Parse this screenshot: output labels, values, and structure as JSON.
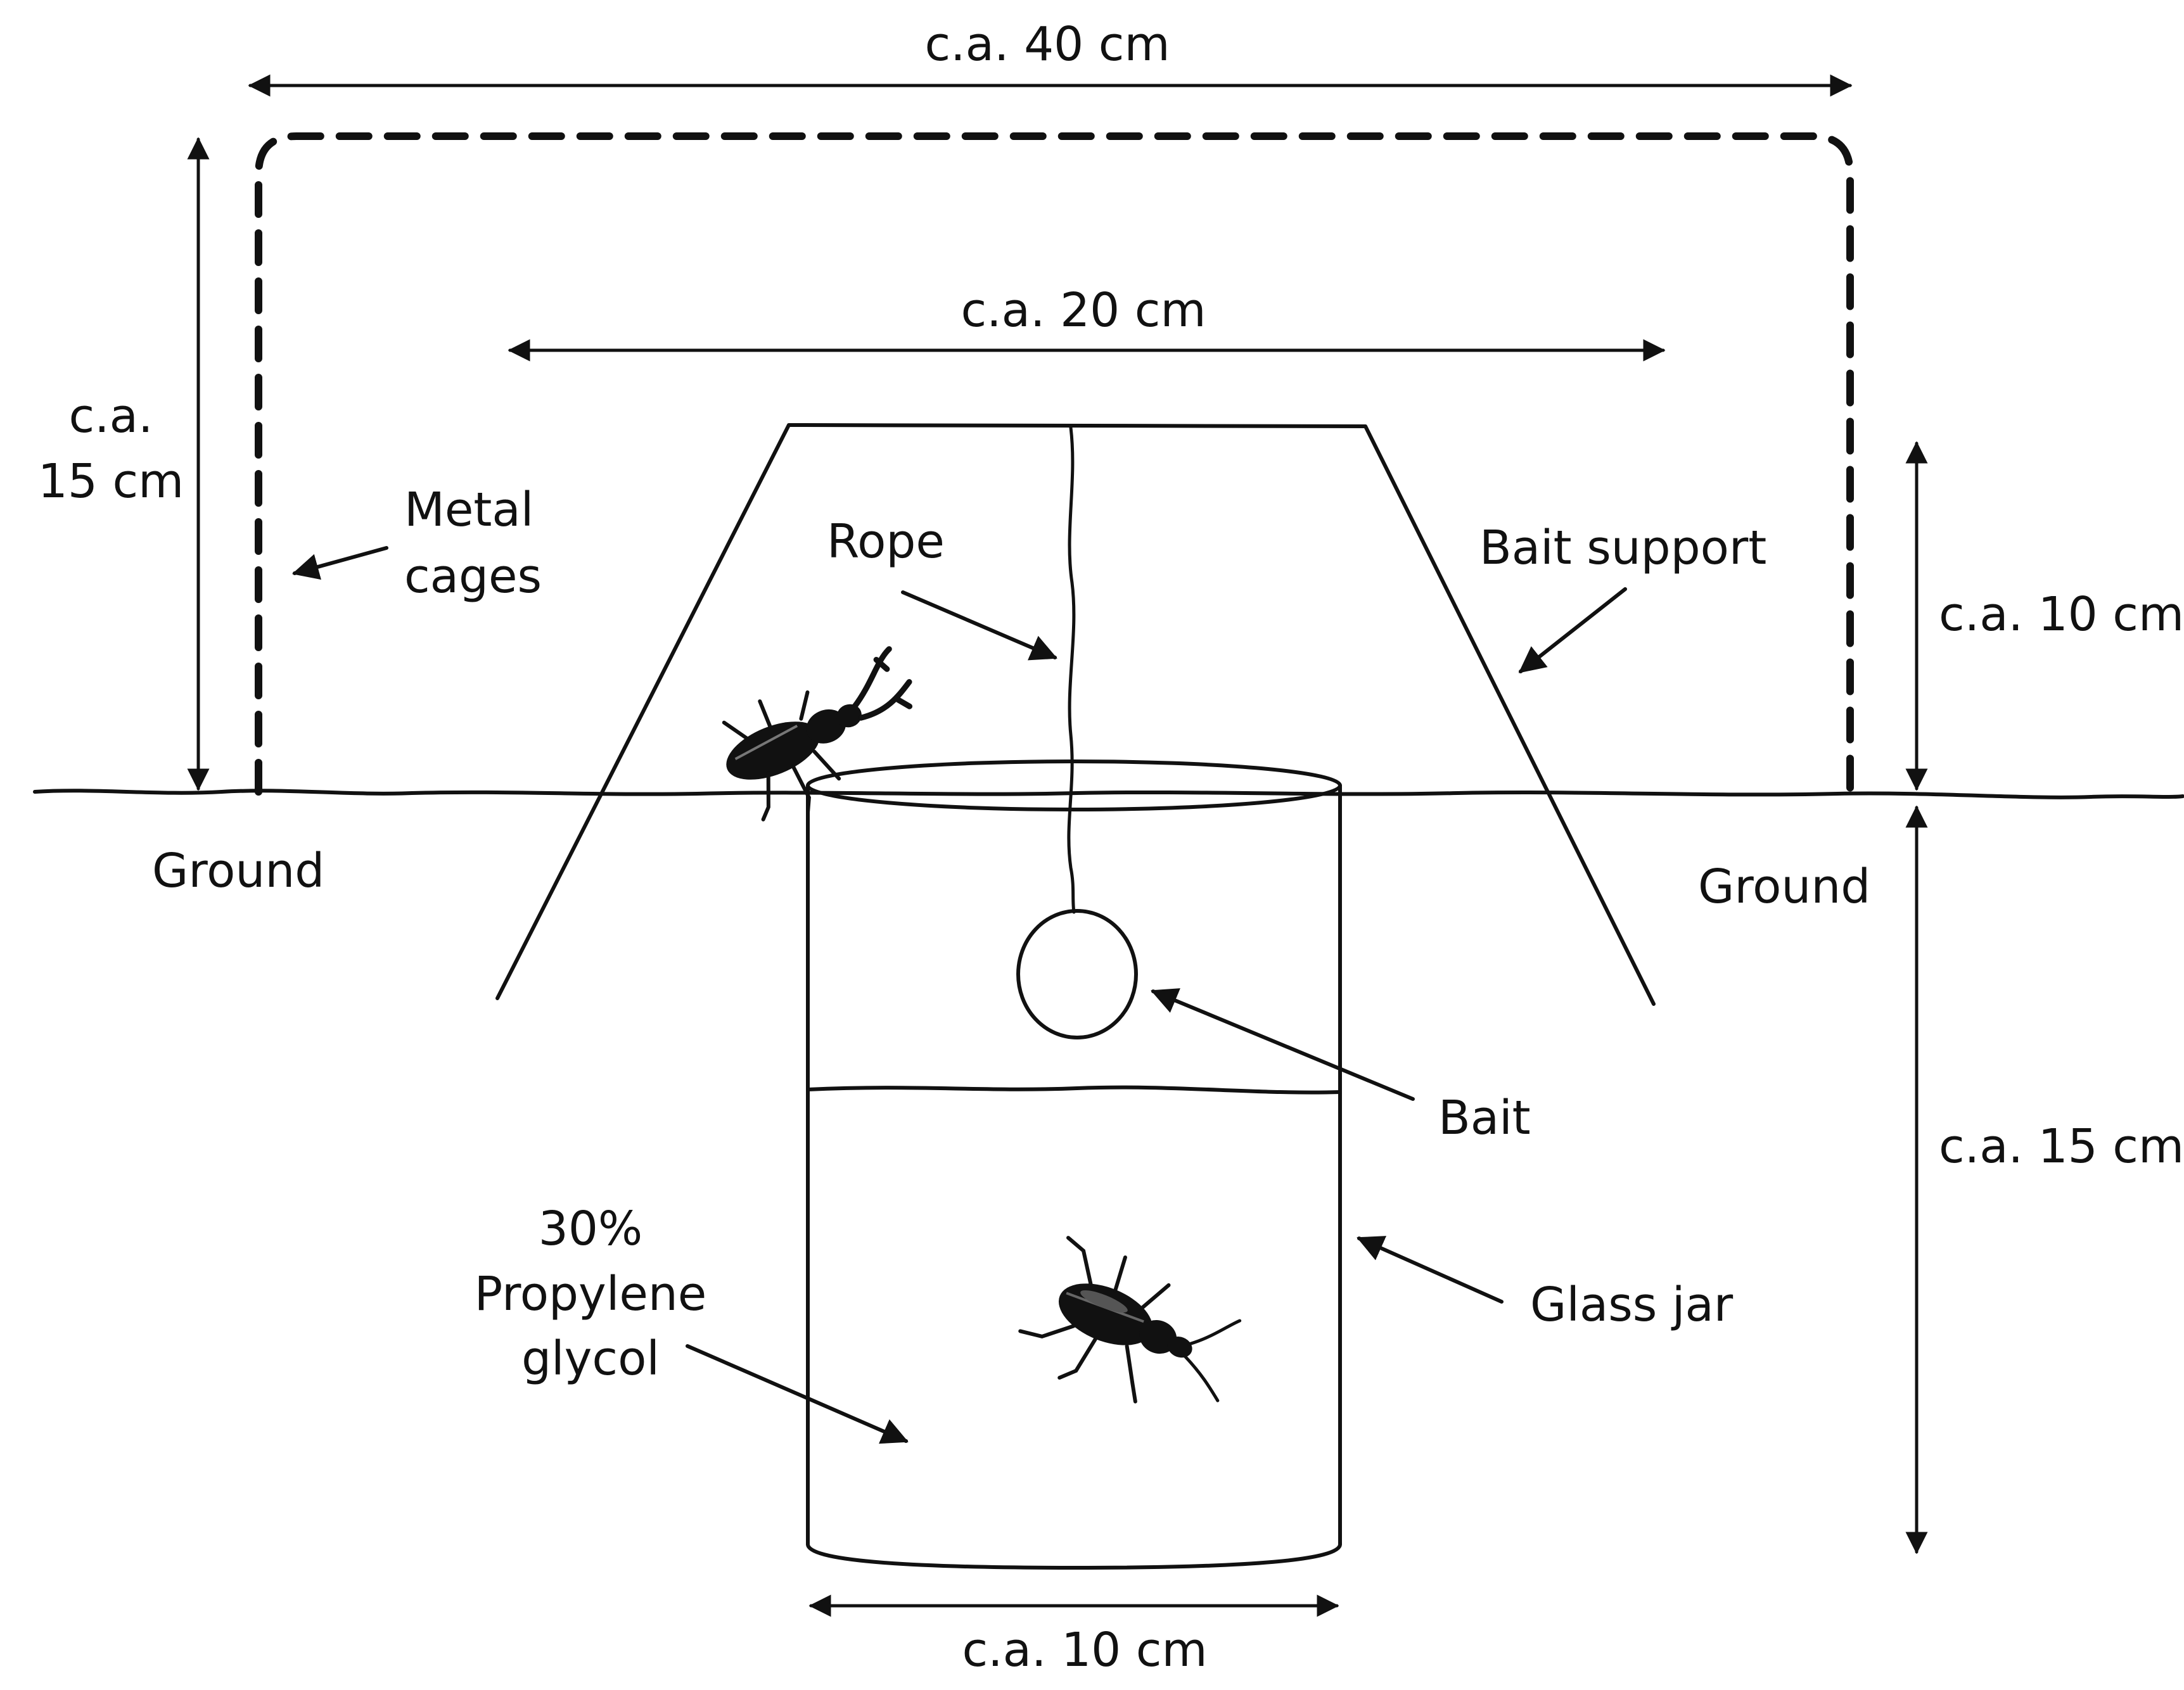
{
  "labels": {
    "width_40": "c.a. 40 cm",
    "width_20": "c.a. 20 cm",
    "height_15_line1": "c.a.",
    "height_15_line2": "15 cm",
    "height_10": "c.a. 10 cm",
    "depth_15": "c.a. 15 cm",
    "width_10": "c.a. 10 cm",
    "metal_cages_line1": "Metal",
    "metal_cages_line2": "cages",
    "rope": "Rope",
    "bait_support": "Bait support",
    "ground_left": "Ground",
    "ground_right": "Ground",
    "bait": "Bait",
    "glass_jar": "Glass jar",
    "glycol_line1": "30%",
    "glycol_line2": "Propylene",
    "glycol_line3": "glycol"
  },
  "colors": {
    "ink": "#111111",
    "background": "#ffffff"
  },
  "icons": [
    "stag-beetle-icon",
    "ground-beetle-icon"
  ]
}
